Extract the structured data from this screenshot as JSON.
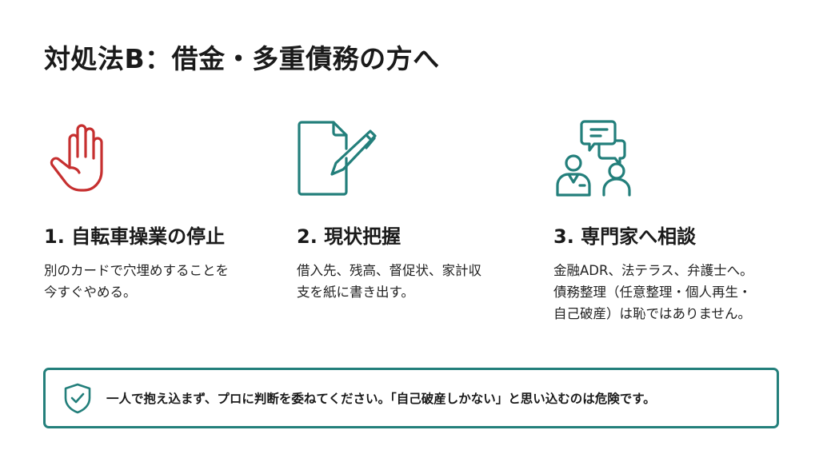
{
  "title": "対処法B：借金・多重債務の方へ",
  "colors": {
    "accent_teal": "#237f7b",
    "alert_red": "#c62f2f",
    "text": "#1a1a1a",
    "background": "#ffffff"
  },
  "steps": [
    {
      "icon": "stop-hand-icon",
      "heading": "1. 自転車操業の停止",
      "body": "別のカードで穴埋めすることを\n今すぐやめる。"
    },
    {
      "icon": "document-pen-icon",
      "heading": "2. 現状把握",
      "body": "借入先、残高、督促状、家計収\n支を紙に書き出す。"
    },
    {
      "icon": "consultation-icon",
      "heading": "3. 専門家へ相談",
      "body": "金融ADR、法テラス、弁護士へ。\n債務整理（任意整理・個人再生・\n自己破産）は恥ではありません。"
    }
  ],
  "callout": {
    "icon": "shield-check-icon",
    "text": "一人で抱え込まず、プロに判断を委ねてください。「自己破産しかない」と思い込むのは危険です。"
  }
}
